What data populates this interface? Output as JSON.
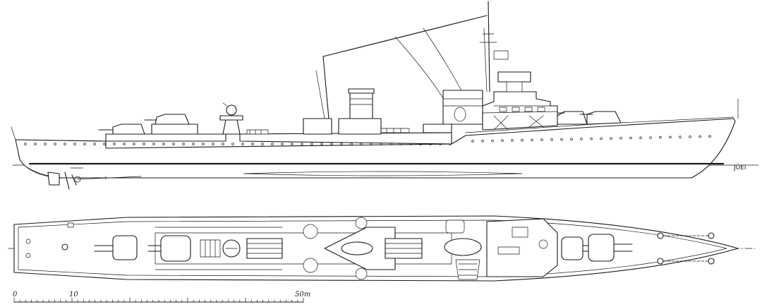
{
  "drawing": {
    "signature": "JÜEi",
    "scale_bar": {
      "tick_labels": [
        "0",
        "10",
        "50m"
      ]
    }
  }
}
